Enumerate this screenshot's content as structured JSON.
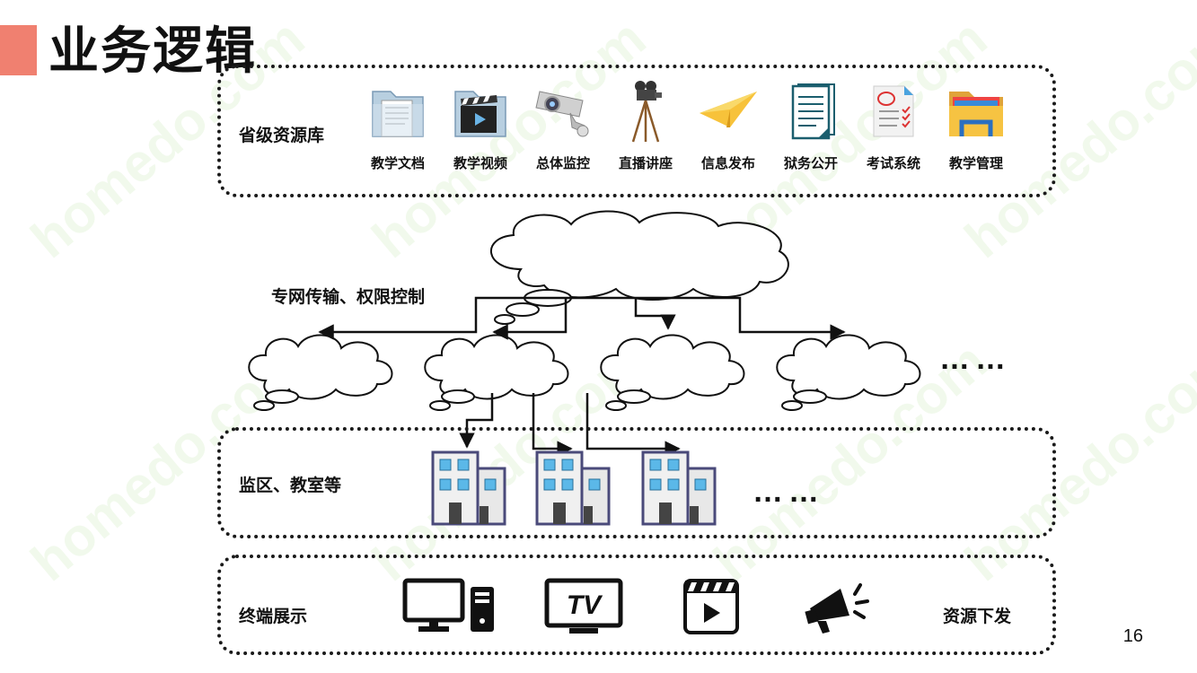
{
  "title": "业务逻辑",
  "top_box": {
    "label": "省级资源库",
    "items": [
      {
        "label": "教学文档",
        "icon": "document-folder-icon"
      },
      {
        "label": "教学视频",
        "icon": "video-folder-icon"
      },
      {
        "label": "总体监控",
        "icon": "security-camera-icon"
      },
      {
        "label": "直播讲座",
        "icon": "film-camera-icon"
      },
      {
        "label": "信息发布",
        "icon": "paper-plane-icon"
      },
      {
        "label": "狱务公开",
        "icon": "notepad-icon"
      },
      {
        "label": "考试系统",
        "icon": "exam-paper-icon"
      },
      {
        "label": "教学管理",
        "icon": "folder-icon"
      }
    ]
  },
  "network_label": "专网传输、权限控制",
  "middle_box": {
    "label": "监区、教室等"
  },
  "bottom_box": {
    "label": "终端展示",
    "right_label": "资源下发"
  },
  "ellipsis": "……",
  "page_number": "16",
  "colors": {
    "accent": "#f08070",
    "building_outline": "#4a4a7a",
    "window": "#5bb8e8"
  }
}
